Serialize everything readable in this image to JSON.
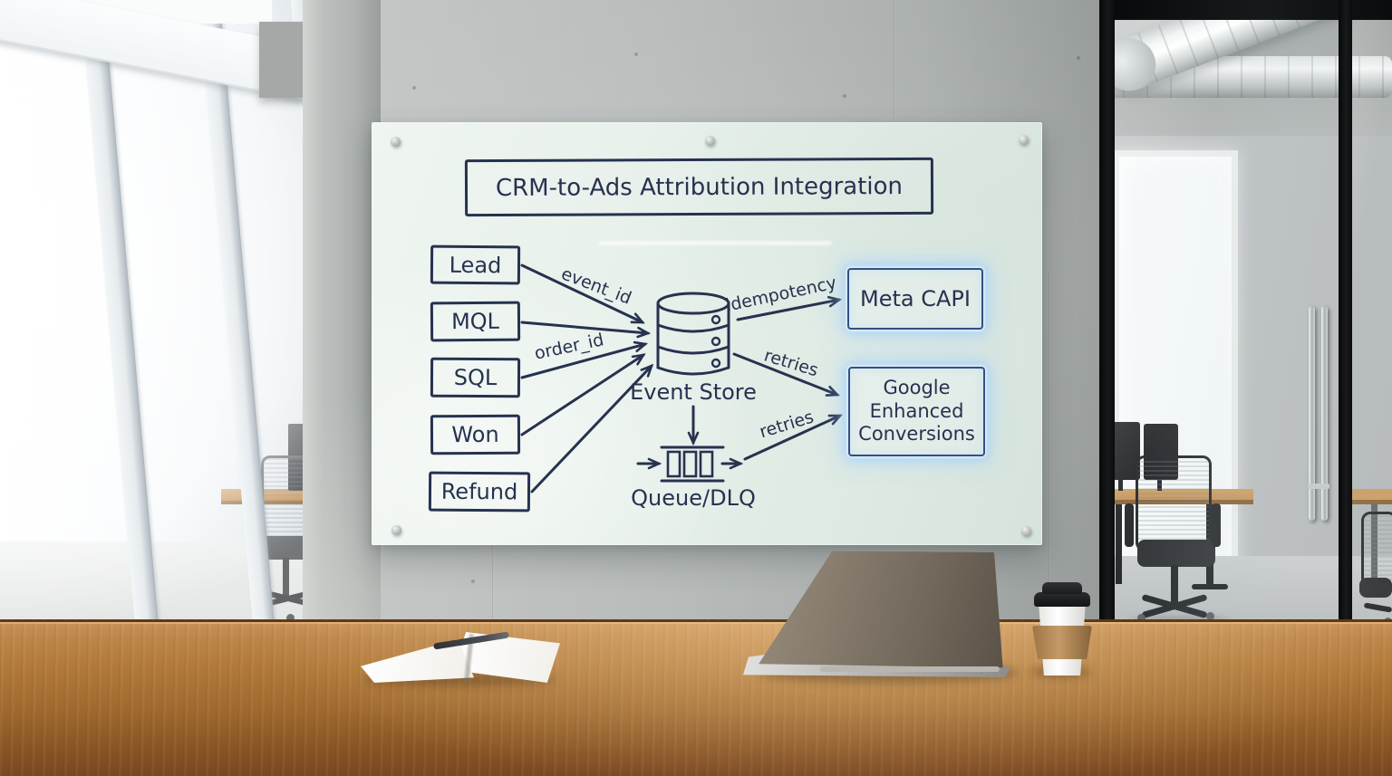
{
  "whiteboard": {
    "title": "CRM-to-Ads Attribution Integration",
    "sources": [
      {
        "label": "Lead"
      },
      {
        "label": "MQL"
      },
      {
        "label": "SQL"
      },
      {
        "label": "Won"
      },
      {
        "label": "Refund"
      }
    ],
    "hub": {
      "label": "Event Store",
      "icon": "database-cylinder-icon"
    },
    "queue": {
      "label": "Queue/DLQ",
      "icon": "queue-buffer-icon"
    },
    "destinations": [
      {
        "label": "Meta CAPI"
      },
      {
        "label": "Google Enhanced Conversions",
        "lines": [
          "Google",
          "Enhanced",
          "Conversions"
        ]
      }
    ],
    "edges": [
      {
        "from": "Lead",
        "to": "Event Store",
        "label": "event_id"
      },
      {
        "from": "MQL",
        "to": "Event Store",
        "label": ""
      },
      {
        "from": "SQL",
        "to": "Event Store",
        "label": "order_id"
      },
      {
        "from": "Won",
        "to": "Event Store",
        "label": ""
      },
      {
        "from": "Refund",
        "to": "Event Store",
        "label": ""
      },
      {
        "from": "Event Store",
        "to": "Meta CAPI",
        "label": "idempotency"
      },
      {
        "from": "Event Store",
        "to": "Google Enhanced Conversions",
        "label": "retries"
      },
      {
        "from": "Event Store",
        "to": "Queue/DLQ",
        "label": ""
      },
      {
        "from": "Queue/DLQ",
        "to": "Google Enhanced Conversions",
        "label": "retries"
      }
    ],
    "colors": {
      "ink": "#26324f",
      "board_glass": "#e7f0ea",
      "glow": "#a4d4ff"
    }
  },
  "office": {
    "objects": [
      "glass-whiteboard",
      "wall-standoff-pins",
      "laptop",
      "coffee-cup",
      "open-notebook",
      "pen",
      "wood-desk",
      "concrete-pillar",
      "concrete-wall",
      "window-wall",
      "glass-partition",
      "door-handle",
      "office-chair",
      "desk-monitors",
      "ceiling-duct"
    ],
    "colors": {
      "desk_wood": "#b07939",
      "partition_frame": "#0d0e0f",
      "concrete": "#b6bab8"
    }
  }
}
